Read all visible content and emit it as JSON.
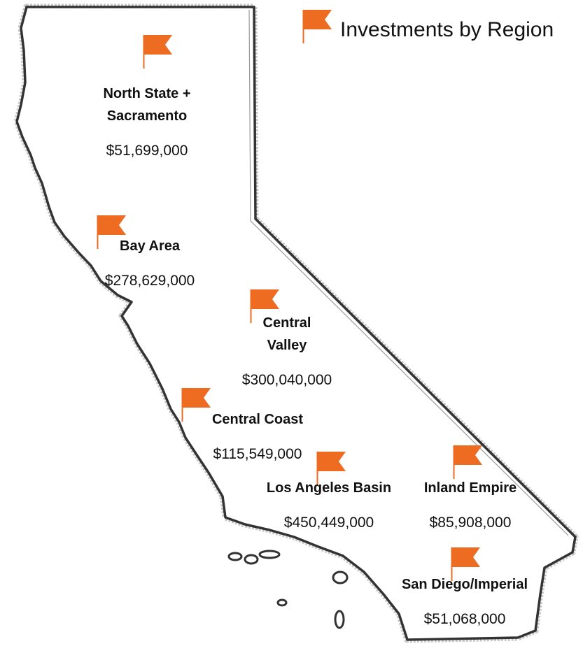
{
  "legend": {
    "label": "Investments by Region",
    "icon": "flag-icon"
  },
  "colors": {
    "flag": "#ee6b22",
    "outline": "#333333",
    "outline_halo": "#c8c8c8"
  },
  "regions": [
    {
      "name": "North State +\nSacramento",
      "amount": "$51,699,000"
    },
    {
      "name": "Bay Area",
      "amount": "$278,629,000"
    },
    {
      "name": "Central\nValley",
      "amount": "$300,040,000"
    },
    {
      "name": "Central Coast",
      "amount": "$115,549,000"
    },
    {
      "name": "Los Angeles Basin",
      "amount": "$450,449,000"
    },
    {
      "name": "Inland Empire",
      "amount": "$85,908,000"
    },
    {
      "name": "San Diego/Imperial",
      "amount": "$51,068,000"
    }
  ]
}
